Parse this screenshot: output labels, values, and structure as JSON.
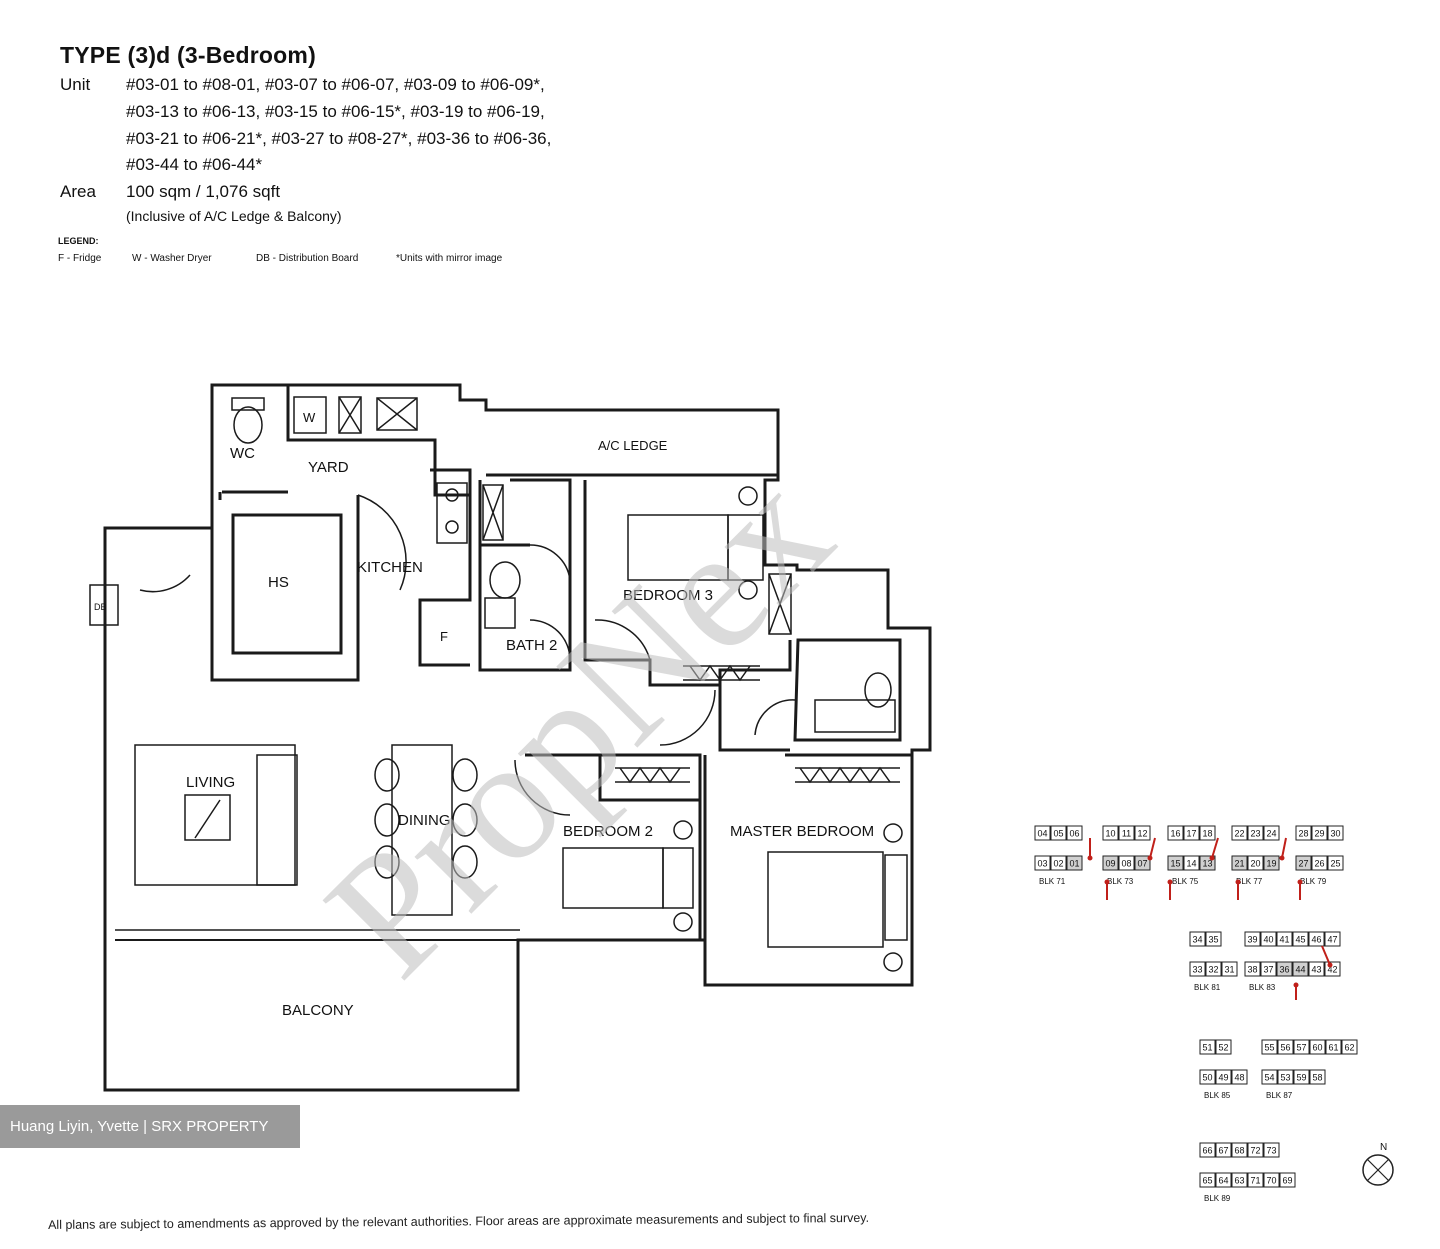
{
  "header": {
    "title": "TYPE (3)d (3-Bedroom)",
    "unit_label": "Unit",
    "unit_lines": [
      "#03-01 to #08-01, #03-07 to #06-07, #03-09 to #06-09*,",
      "#03-13 to #06-13, #03-15 to #06-15*, #03-19 to #06-19,",
      "#03-21 to #06-21*, #03-27 to #08-27*, #03-36 to #06-36,",
      "#03-44 to #06-44*"
    ],
    "area_label": "Area",
    "area_value": "100 sqm / 1,076 sqft",
    "area_note": "(Inclusive of A/C Ledge & Balcony)"
  },
  "legend": {
    "heading": "LEGEND:",
    "items": [
      "F - Fridge",
      "W - Washer Dryer",
      "DB - Distribution Board",
      "*Units with mirror image"
    ]
  },
  "rooms": {
    "wc": "WC",
    "w": "W",
    "yard": "YARD",
    "ac_ledge": "A/C LEDGE",
    "hs": "HS",
    "kitchen": "KITCHEN",
    "db": "DB",
    "f": "F",
    "bath2": "BATH 2",
    "bedroom3": "BEDROOM 3",
    "living": "LIVING",
    "dining": "DINING",
    "bedroom2": "BEDROOM 2",
    "master": "MASTER BEDROOM",
    "balcony": "BALCONY"
  },
  "key_plan": {
    "row1": [
      {
        "block": "BLK 71",
        "top": [
          "04",
          "05",
          "06"
        ],
        "bottom": [
          "03",
          "02",
          "01"
        ]
      },
      {
        "block": "BLK 73",
        "top": [
          "10",
          "11",
          "12"
        ],
        "bottom": [
          "09",
          "08",
          "07"
        ]
      },
      {
        "block": "BLK 75",
        "top": [
          "16",
          "17",
          "18"
        ],
        "bottom": [
          "15",
          "14",
          "13"
        ]
      },
      {
        "block": "BLK 77",
        "top": [
          "22",
          "23",
          "24"
        ],
        "bottom": [
          "21",
          "20",
          "19"
        ]
      },
      {
        "block": "BLK 79",
        "top": [
          "28",
          "29",
          "30"
        ],
        "bottom": [
          "27",
          "26",
          "25"
        ]
      }
    ],
    "row2": [
      {
        "block": "BLK 81",
        "top": [
          "34",
          "35"
        ],
        "bottom": [
          "33",
          "32",
          "31"
        ]
      },
      {
        "block": "BLK 83",
        "top": [
          "39",
          "40",
          "41",
          "45",
          "46",
          "47"
        ],
        "bottom": [
          "38",
          "37",
          "36",
          "44",
          "43",
          "42"
        ]
      }
    ],
    "row3": [
      {
        "block": "BLK 85",
        "top": [
          "51",
          "52"
        ],
        "bottom": [
          "50",
          "49",
          "48"
        ]
      },
      {
        "block": "BLK 87",
        "top": [
          "55",
          "56",
          "57",
          "60",
          "61",
          "62"
        ],
        "bottom": [
          "54",
          "53",
          "59",
          "58"
        ]
      }
    ],
    "row4": [
      {
        "block": "BLK 89",
        "top": [
          "66",
          "67",
          "68",
          "72",
          "73"
        ],
        "bottom": [
          "65",
          "64",
          "63",
          "71",
          "70",
          "69"
        ]
      }
    ],
    "north": "N"
  },
  "agent_banner": "Huang Liyin, Yvette | SRX PROPERTY",
  "disclaimer": "All plans are subject to amendments as approved by the relevant authorities. Floor areas are approximate measurements and subject to final survey.",
  "watermark": "PropNex",
  "colors": {
    "line": "#1a1a1a",
    "arrow": "#c0201a",
    "banner": "#9a9a9a",
    "watermark": "#bdbdbd"
  }
}
